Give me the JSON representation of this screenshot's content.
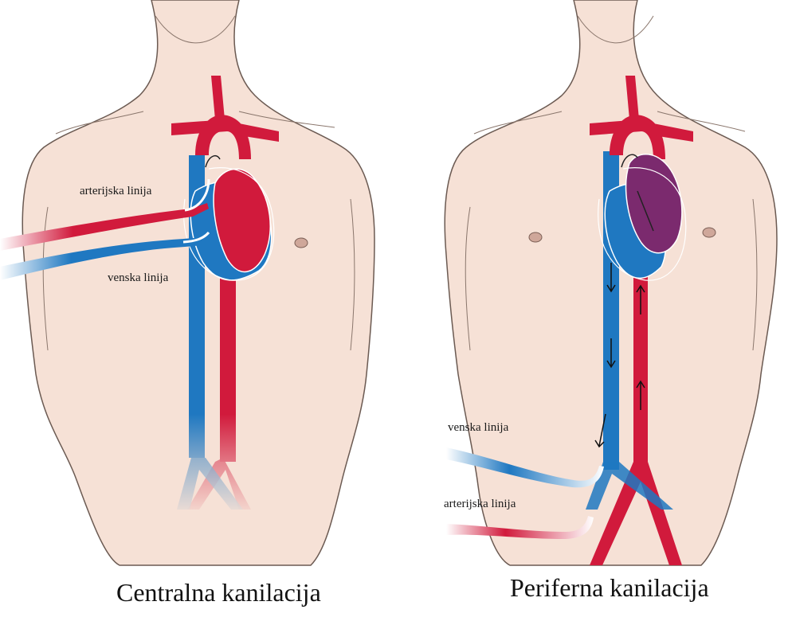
{
  "left_panel": {
    "arterial_label": "arterijska linija",
    "venous_label": "venska linija",
    "caption": "Centralna kanilacija"
  },
  "right_panel": {
    "venous_label": "venska linija",
    "arterial_label": "arterijska linija",
    "caption": "Periferna kanilacija"
  },
  "colors": {
    "skin": "#f6e1d6",
    "outline": "#5a4a44",
    "artery": "#d11a3c",
    "vein": "#1f78c1",
    "mixed_heart": "#7b2a6e"
  }
}
